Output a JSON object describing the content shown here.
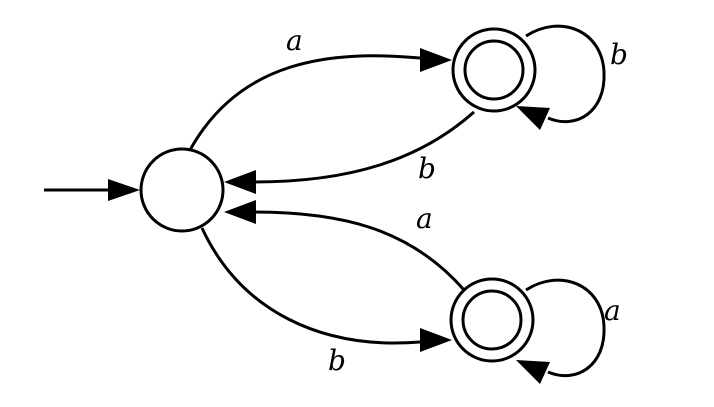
{
  "diagram": {
    "type": "finite-automaton",
    "states": [
      {
        "id": "q0",
        "role": "start",
        "accepting": false
      },
      {
        "id": "q1",
        "accepting": true
      },
      {
        "id": "q2",
        "accepting": true
      }
    ],
    "transitions": [
      {
        "id": "t1",
        "from": "q0",
        "to": "q1",
        "label": "a"
      },
      {
        "id": "t2",
        "from": "q1",
        "to": "q1",
        "label": "b"
      },
      {
        "id": "t3",
        "from": "q1",
        "to": "q0",
        "label": "b"
      },
      {
        "id": "t4",
        "from": "q2",
        "to": "q0",
        "label": "a"
      },
      {
        "id": "t5",
        "from": "q0",
        "to": "q2",
        "label": "b"
      },
      {
        "id": "t6",
        "from": "q2",
        "to": "q2",
        "label": "a"
      }
    ]
  }
}
